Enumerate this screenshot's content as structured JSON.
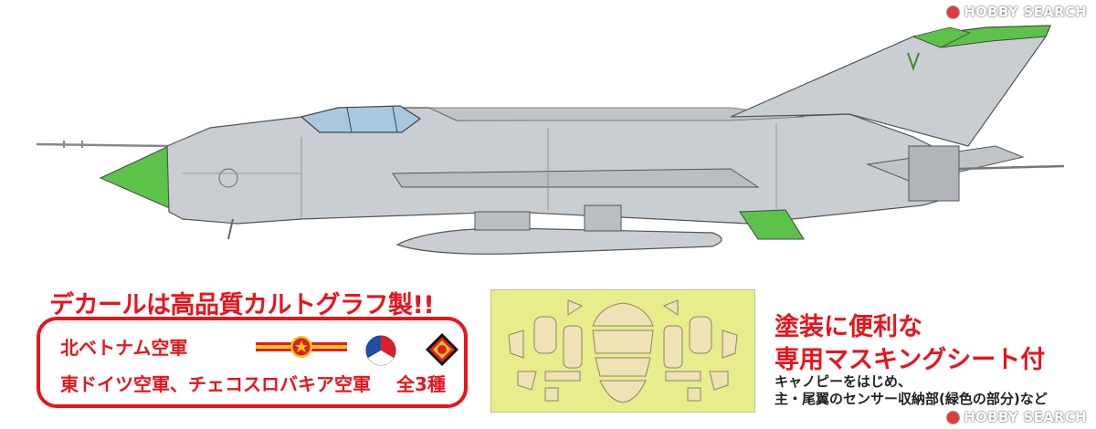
{
  "watermark": {
    "brand": "HOBBY SEARCH"
  },
  "decal": {
    "headline": "デカールは高品質カルトグラフ製!!",
    "line1": "北ベトナム空軍",
    "line2": "東ドイツ空軍、チェコスロバキア空軍",
    "count": "全3種"
  },
  "masking": {
    "title_line1": "塗装に便利な",
    "title_line2": "専用マスキングシート付",
    "desc_line1": "キャノピーをはじめ、",
    "desc_line2": "主・尾翼のセンサー収納部(緑色の部分)など"
  },
  "colors": {
    "accent_red": "#e8141c",
    "aircraft_gray": "#c9ced2",
    "aircraft_green": "#5cc24a",
    "mask_sheet_yellow": "#e6ed8a",
    "mask_part_tan": "#efe2b4"
  },
  "icons": [
    "aircraft-side-view",
    "vietnam-roundel",
    "czech-roundel",
    "gdr-roundel",
    "masking-sheet",
    "hobby-search-logo"
  ]
}
